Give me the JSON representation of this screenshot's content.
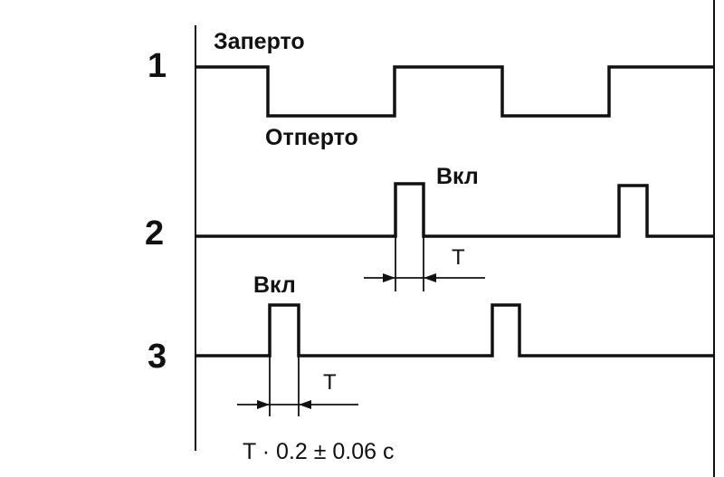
{
  "signals": [
    {
      "number": "1",
      "state_high": "Заперто",
      "state_low": "Отперто"
    },
    {
      "number": "2",
      "state_on": "Вкл",
      "dim_label": "T"
    },
    {
      "number": "3",
      "state_on": "Вкл",
      "dim_label": "T"
    }
  ],
  "formula": "T · 0.2 ± 0.06 с"
}
